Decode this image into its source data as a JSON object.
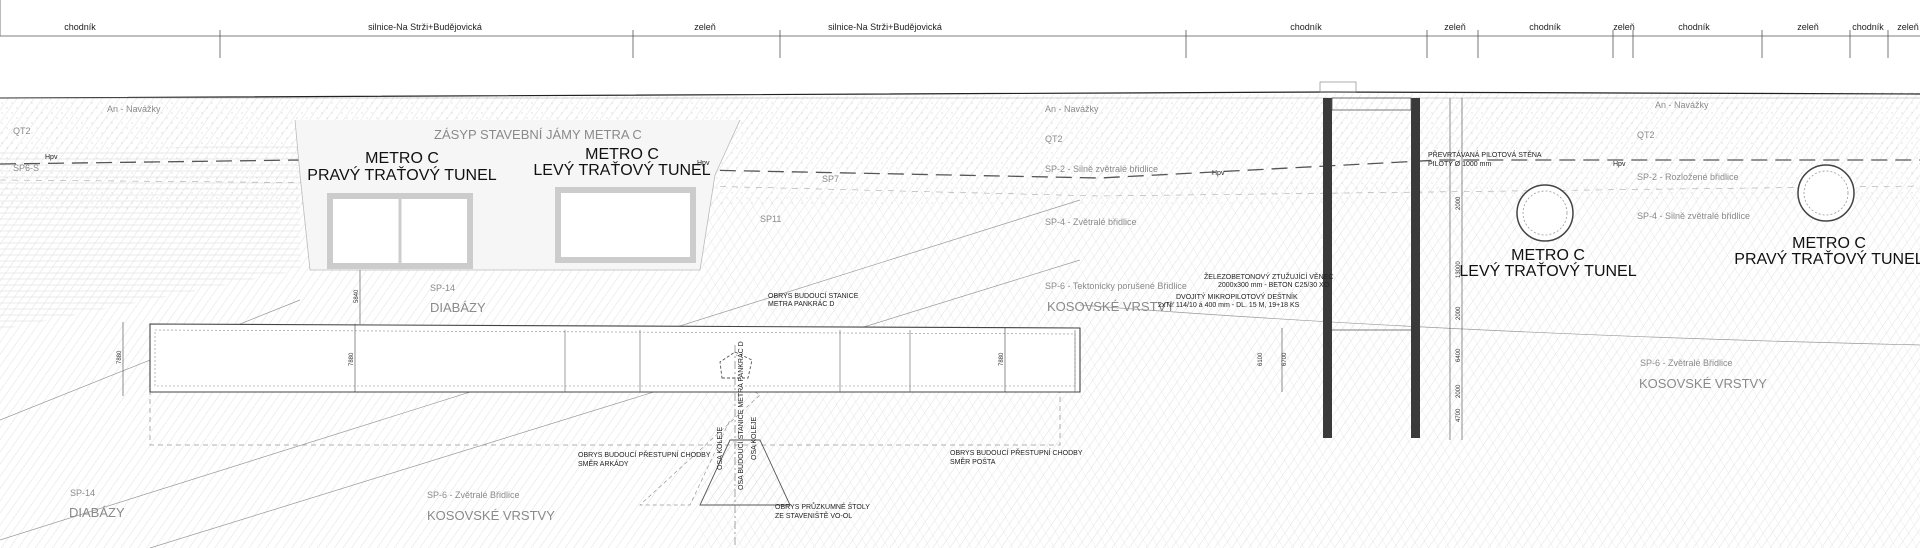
{
  "zones": [
    {
      "label": "chodník"
    },
    {
      "label": "silnice-Na Strži+Budějovická"
    },
    {
      "label": "zeleň"
    },
    {
      "label": "silnice-Na Strži+Budějovická"
    },
    {
      "label": "chodník"
    },
    {
      "label": "zeleň"
    },
    {
      "label": "chodník"
    },
    {
      "label": "zeleň"
    },
    {
      "label": "chodník"
    },
    {
      "label": "zeleň"
    },
    {
      "label": "chodník"
    },
    {
      "label": "zeleň"
    }
  ],
  "strata_labels": {
    "an_left": "An - Navážky",
    "an_mid": "An - Navážky",
    "an_right": "An - Navážky",
    "qt2_left": "QT2",
    "qt2_mid": "QT2",
    "qt2_right": "QT2",
    "sp6s": "SP6-S",
    "hpv_left": "Hpv",
    "hpv_mid": "Hpv",
    "hpv_mid2": "Hpv",
    "hpv_right": "Hpv",
    "sp7": "SP7",
    "sp11": "SP11",
    "sp2_mid": "SP-2 - Silně zvětralé břidlice",
    "sp4_mid": "SP-4 - Zvětralé břidlice",
    "sp6_mid": "SP-6 - Tektonicky porušené Břidlice",
    "sp2_right": "SP-2 - Rozložené břidlice",
    "sp4_right": "SP-4 - Silně zvětralé břidlice",
    "sp6_right": "SP-6 - Zvětralé Břidlice",
    "sp14_upper": "SP-14",
    "sp14_lower": "SP-14",
    "sp6_lower": "SP-6 - Zvětralé Břidlice"
  },
  "big_labels": {
    "zasyp": "ZÁSYP STAVEBNÍ JÁMY METRA C",
    "diabazy_upper": "DIABÁZY",
    "diabazy_lower": "DIABÁZY",
    "kosovske_mid": "KOSOVSKÉ VRSTVY",
    "kosovske_right": "KOSOVSKÉ VRSTVY",
    "kosovske_lower": "KOSOVSKÉ VRSTVY"
  },
  "tunnels": {
    "left_pravy_1": "METRO C",
    "left_pravy_2": "PRAVÝ TRAŤOVÝ TUNEL",
    "left_levy_1": "METRO C",
    "left_levy_2": "LEVÝ TRAŤOVÝ TUNEL",
    "right_levy_1": "METRO C",
    "right_levy_2": "LEVÝ TRAŤOVÝ TUNEL",
    "right_pravy_1": "METRO C",
    "right_pravy_2": "PRAVÝ TRAŤOVÝ TUNEL"
  },
  "notes": {
    "station_1": "OBRYS BUDOUCÍ STANICE",
    "station_2": "METRA PANKRÁC D",
    "venec_1": "ŽELEZOBETONOVÝ ZTUŽUJÍCÍ VĚNEC",
    "venec_2": "2000x300 mm - BETON C25/30 XO",
    "destnik_1": "DVOJITÝ MIKROPILOTOVÝ DEŠTNÍK",
    "destnik_2": "2xTř. 114/10 á 400 mm - DL. 15 M, 19+18 KS",
    "pilot_1": "PŘEVRTÁVANÁ PILOTOVÁ STĚNA",
    "pilot_2": "PILOTY Ø 1000 mm",
    "arkady_1": "OBRYS BUDOUCÍ PŘESTUPNÍ CHODBY",
    "arkady_2": "SMĚR ARKÁDY",
    "posta_1": "OBRYS BUDOUCÍ PŘESTUPNÍ CHODBY",
    "posta_2": "SMĚR POŠTA",
    "stola_1": "OBRYS PRŮZKUMNÉ ŠTOLY",
    "stola_2": "ZE STAVENIŠTĚ VO-OL",
    "os_left": "OSA KOLEJE",
    "os_mid": "OSA BUDOUCÍ STANICE METRA PANKRÁC D",
    "os_right": "OSA KOLEJE"
  },
  "dims": {
    "d1": "5840",
    "d2": "7880",
    "d3": "7880",
    "d4": "7880",
    "d5": "6100",
    "d6": "6700",
    "d7": "2000",
    "d8": "13000",
    "d9": "2000",
    "d10": "6400",
    "d11": "2000",
    "d12": "4700"
  },
  "colors": {
    "line": "#333333",
    "hatch": "#d0d0d0",
    "wall": "#3a3a3a"
  }
}
